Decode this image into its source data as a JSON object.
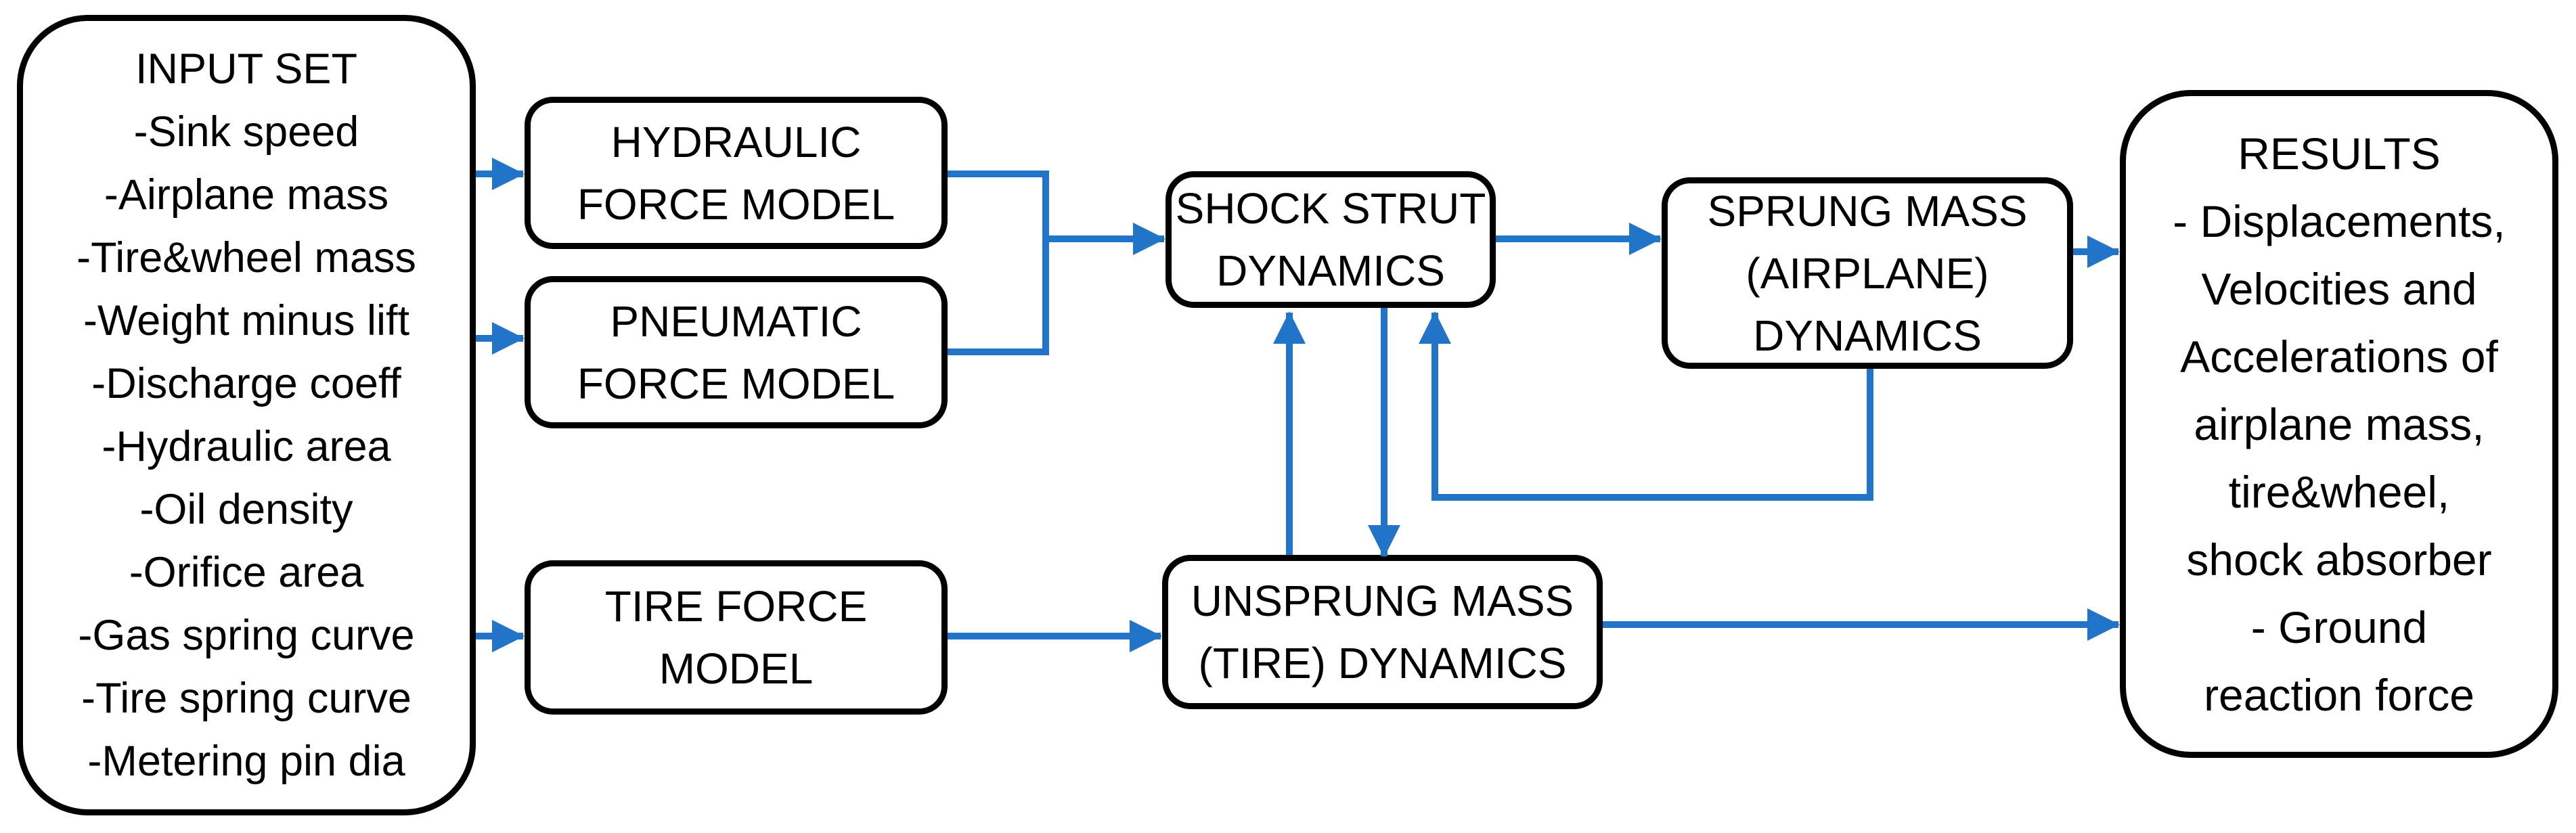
{
  "diagram": {
    "title": "Landing gear drop dynamics simulation flowchart",
    "colors": {
      "accent_arrow": "#2274C8",
      "box_border": "#000000",
      "background": "#FFFFFF"
    },
    "nodes": {
      "input_set": {
        "title": "INPUT SET",
        "items": [
          "-Sink speed",
          "-Airplane mass",
          "-Tire&wheel mass",
          "-Weight minus lift",
          "-Discharge coeff",
          "-Hydraulic area",
          "-Oil density",
          "-Orifice area",
          "-Gas spring curve",
          "-Tire spring curve",
          "-Metering pin dia"
        ]
      },
      "hydraulic": {
        "lines": [
          "HYDRAULIC",
          "FORCE MODEL"
        ]
      },
      "pneumatic": {
        "lines": [
          "PNEUMATIC",
          "FORCE MODEL"
        ]
      },
      "tire": {
        "lines": [
          "TIRE FORCE",
          "MODEL"
        ]
      },
      "shock": {
        "lines": [
          "SHOCK STRUT",
          "DYNAMICS"
        ]
      },
      "unsprung": {
        "lines": [
          "UNSPRUNG MASS",
          "(TIRE) DYNAMICS"
        ]
      },
      "sprung": {
        "lines": [
          "SPRUNG MASS",
          "(AIRPLANE)",
          "DYNAMICS"
        ]
      },
      "results": {
        "title": "RESULTS",
        "lines": [
          "- Displacements,",
          "Velocities and",
          "Accelerations of",
          "airplane mass,",
          "tire&wheel,",
          "shock absorber",
          "- Ground",
          "reaction force"
        ]
      }
    }
  }
}
